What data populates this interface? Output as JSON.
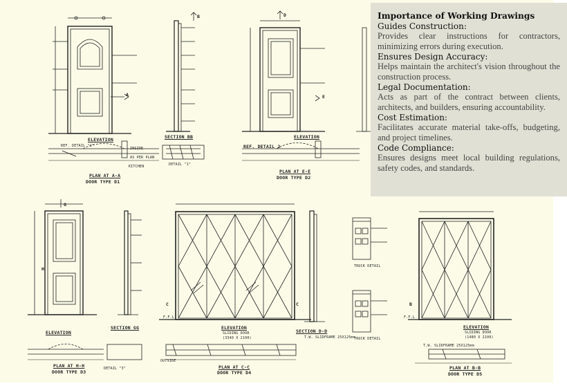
{
  "drawing": {
    "labels": [
      {
        "id": "elevation-1",
        "text": "ELEVATION"
      },
      {
        "id": "section-bb",
        "text": "SECTION BB"
      },
      {
        "id": "elevation-2",
        "text": "ELEVATION"
      },
      {
        "id": "ref-detail-1",
        "text": "REF. DETAIL \"1\""
      },
      {
        "id": "plan-aa",
        "text": "PLAN AT A-A"
      },
      {
        "id": "door-d1",
        "text": "DOOR TYPE  D1"
      },
      {
        "id": "detail-1",
        "text": "DETAIL \"1\""
      },
      {
        "id": "ref-detail-2",
        "text": "REF. DETAIL 2"
      },
      {
        "id": "plan-ee",
        "text": "PLAN AT E-E"
      },
      {
        "id": "door-d2",
        "text": "DOOR TYPE  D2"
      },
      {
        "id": "elevation-3",
        "text": "ELEVATION"
      },
      {
        "id": "section-gg",
        "text": "SECTION GG"
      },
      {
        "id": "plan-hh",
        "text": "PLAN AT H-H"
      },
      {
        "id": "door-d3",
        "text": "DOOR TYPE  D3"
      },
      {
        "id": "detail-3",
        "text": "DETAIL \"3\""
      },
      {
        "id": "elevation-4",
        "text": "ELEVATION"
      },
      {
        "id": "sliding-door-1",
        "text": "SLIDING DOOR"
      },
      {
        "id": "size-1",
        "text": "(3340 X 2100)"
      },
      {
        "id": "section-dd",
        "text": "SECTION D-D"
      },
      {
        "id": "plan-cc",
        "text": "PLAN AT C-C"
      },
      {
        "id": "door-d4",
        "text": "DOOR TYPE  D4"
      },
      {
        "id": "elevation-5",
        "text": "ELEVATION"
      },
      {
        "id": "sliding-door-2",
        "text": "SLIDING DOOR"
      },
      {
        "id": "size-2",
        "text": "(1480 X 2100)"
      },
      {
        "id": "plan-bb",
        "text": "PLAN AT B-B"
      },
      {
        "id": "door-d5",
        "text": "DOOR TYPE  D5"
      },
      {
        "id": "ts-frame-1",
        "text": "T.W. SLIDFRAME  25X125mm"
      },
      {
        "id": "ts-frame-2",
        "text": "T.W. SLIDFRAME 25X125mm"
      },
      {
        "id": "inside-1",
        "text": "INSIDE"
      },
      {
        "id": "outside-1",
        "text": "OUTSIDE"
      },
      {
        "id": "kitchen-1",
        "text": "KITCHEN"
      },
      {
        "id": "as-per-plan",
        "text": "AS PER PLAN"
      },
      {
        "id": "letter-a",
        "text": "A"
      },
      {
        "id": "letter-e",
        "text": "E"
      },
      {
        "id": "letter-b",
        "text": "B"
      },
      {
        "id": "letter-d",
        "text": "D"
      },
      {
        "id": "letter-g",
        "text": "G"
      },
      {
        "id": "letter-h",
        "text": "H"
      },
      {
        "id": "letter-c",
        "text": "C"
      },
      {
        "id": "letter-c2",
        "text": "C"
      },
      {
        "id": "letter-b2",
        "text": "B"
      },
      {
        "id": "truck-detail-1",
        "text": "TRUCK DETAIL"
      },
      {
        "id": "truck-detail-2",
        "text": "TRUCK DETAIL"
      },
      {
        "id": "ffl-1",
        "text": "F.F.L"
      },
      {
        "id": "ffl-2",
        "text": "F.F.L"
      }
    ]
  },
  "panel": {
    "title": "Importance of Working Drawings",
    "items": [
      {
        "heading": "Guides Construction:",
        "body": "Provides clear instructions for contractors, minimizing errors during execution."
      },
      {
        "heading": "Ensures Design Accuracy:",
        "body": "Helps maintain the architect's vision throughout the construction process."
      },
      {
        "heading": "Legal Documentation:",
        "body": "Acts as part of the contract between clients, architects, and builders, ensuring accountability."
      },
      {
        "heading": "Cost Estimation:",
        "body": "Facilitates accurate material take-offs, budgeting, and project timelines."
      },
      {
        "heading": "Code Compliance:",
        "body": "Ensures designs meet local building regulations, safety codes, and standards."
      }
    ]
  }
}
